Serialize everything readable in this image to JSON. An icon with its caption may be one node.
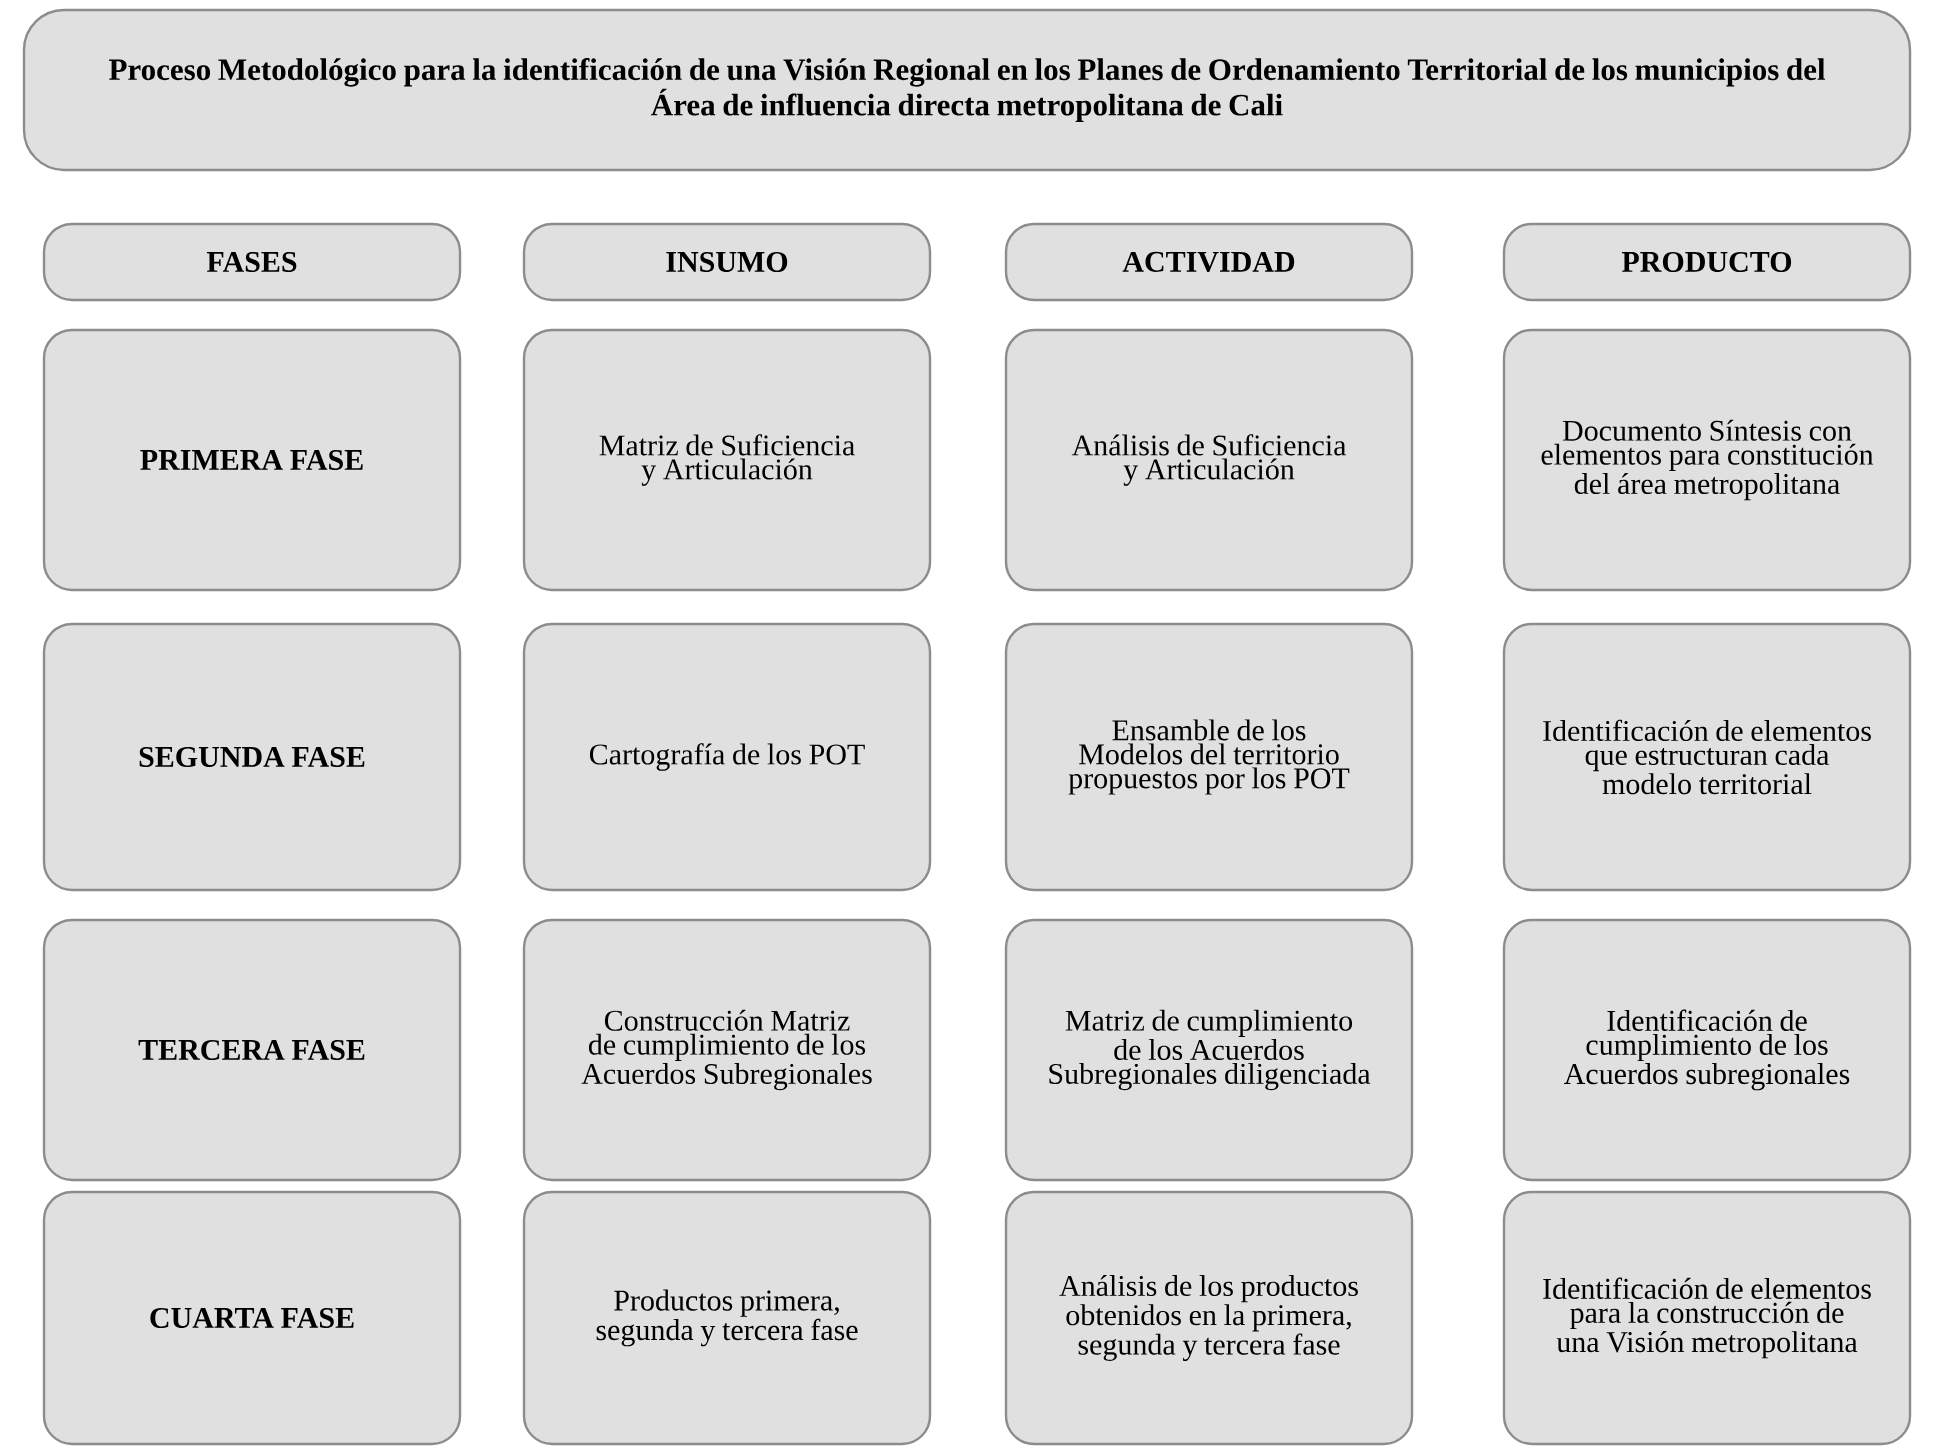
{
  "diagram": {
    "nodes": [
      {
        "text": [
          "Proceso Metodológico para la identificación de una Visión Regional en los Planes de Ordenamiento Territorial de los municipios del Área de influencia directa metropolitana de Cali"
        ]
      },
      {
        "text": [
          "FASES"
        ]
      },
      {
        "text": [
          "INSUMO"
        ]
      },
      {
        "text": [
          "ACTIVIDAD"
        ]
      },
      {
        "text": [
          "PRODUCTO"
        ]
      },
      {
        "text": [
          "PRIMERA FASE"
        ]
      },
      {
        "text": [
          "Matriz de Suficiencia y Articulación"
        ]
      },
      {
        "text": [
          "Análisis de Suficiencia y Articulación"
        ]
      },
      {
        "text": [
          "Documento Síntesis con elementos para constitución del área metropolitana"
        ]
      },
      {
        "text": [
          "SEGUNDA FASE"
        ]
      },
      {
        "text": [
          "Cartografía de los POT"
        ]
      },
      {
        "text": [
          "Ensamble de los Modelos del territorio propuestos por los POT"
        ]
      },
      {
        "text": [
          "Identificación de elementos que estructuran cada modelo territorial"
        ]
      },
      {
        "text": [
          "TERCERA FASE"
        ]
      },
      {
        "text": [
          "Construcción Matriz de cumplimiento de los Acuerdos Subregionales"
        ]
      },
      {
        "text": [
          "Matriz de cumplimiento de los Acuerdos Subregionales diligenciada"
        ]
      },
      {
        "text": [
          "Identificación de cumplimiento de los Acuerdos subregionales"
        ]
      },
      {
        "text": [
          "CUARTA FASE"
        ]
      },
      {
        "text": [
          "Productos primera, segunda y tercera fase"
        ]
      },
      {
        "text": [
          "Análisis de los productos obtenidos en la primera, segunda y tercera fase"
        ]
      },
      {
        "text": [
          "Identificación de elementos para la construcción de una Visión metropolitana"
        ]
      }
    ]
  }
}
